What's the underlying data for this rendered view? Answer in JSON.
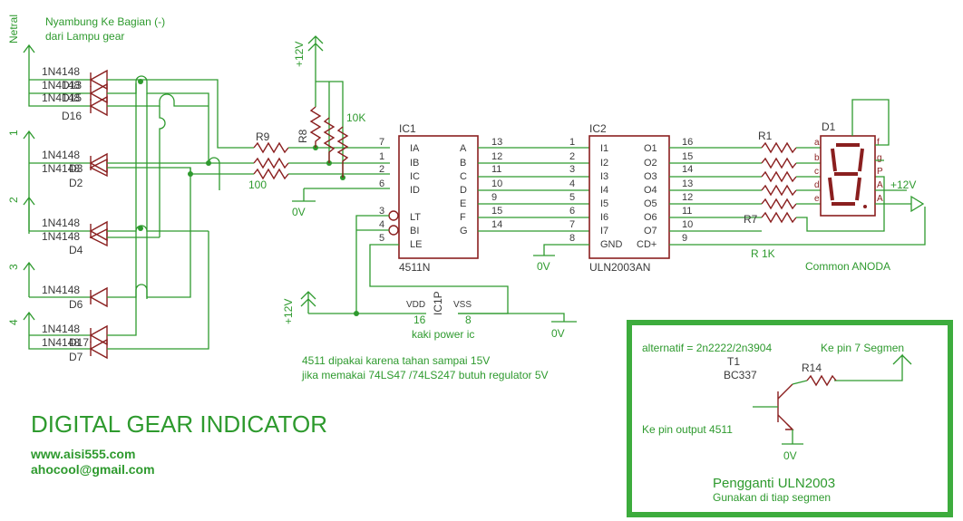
{
  "title": "DIGITAL GEAR INDICATOR",
  "website": "www.aisi555.com",
  "email": "ahocool@gmail.com",
  "notes": {
    "neutral_line1": "Nyambung Ke Bagian (-)",
    "neutral_line2": "dari Lampu gear",
    "ic4511_note_line1": "4511 dipakai karena tahan sampai 15V",
    "ic4511_note_line2": "jika memakai 74LS47 /74LS247 butuh regulator 5V",
    "power_note": "kaki power ic",
    "common_anoda": "Common ANODA"
  },
  "gear_inputs": [
    "Netral",
    "1",
    "2",
    "3",
    "4"
  ],
  "diodes": [
    {
      "part": "1N4148",
      "ref": "D13"
    },
    {
      "part": "1N4148",
      "ref": "D14"
    },
    {
      "part": "1N4148",
      "ref": "D15"
    },
    {
      "part": "1N4148",
      "ref": "D16"
    },
    {
      "part": "1N4148",
      "ref": "D1"
    },
    {
      "part": "1N4148",
      "ref": "D2"
    },
    {
      "part": "1N4148",
      "ref": "D3"
    },
    {
      "part": "1N4148",
      "ref": "D4"
    },
    {
      "part": "1N4148",
      "ref": "D6"
    },
    {
      "part": "1N4148",
      "ref": "D17"
    },
    {
      "part": "1N4148",
      "ref": "D7"
    }
  ],
  "resistors": {
    "r9": "R9",
    "r9_value": "100",
    "r8": "R8",
    "pull_value": "10K",
    "r7": "R7",
    "r7_value": "R 1K",
    "r1": "R1"
  },
  "supply": {
    "v12": "+12V",
    "gnd": "0V"
  },
  "ic1": {
    "ref": "IC1",
    "part": "4511N",
    "left_pins": [
      {
        "num": "7",
        "name": "IA"
      },
      {
        "num": "1",
        "name": "IB"
      },
      {
        "num": "2",
        "name": "IC"
      },
      {
        "num": "6",
        "name": "ID"
      },
      {
        "num": "3",
        "name": "LT"
      },
      {
        "num": "4",
        "name": "BI"
      },
      {
        "num": "5",
        "name": "LE"
      }
    ],
    "right_pins": [
      {
        "num": "13",
        "name": "A"
      },
      {
        "num": "12",
        "name": "B"
      },
      {
        "num": "11",
        "name": "C"
      },
      {
        "num": "10",
        "name": "D"
      },
      {
        "num": "9",
        "name": "E"
      },
      {
        "num": "15",
        "name": "F"
      },
      {
        "num": "14",
        "name": "G"
      }
    ]
  },
  "ic2": {
    "ref": "IC2",
    "part": "ULN2003AN",
    "left_pins": [
      {
        "num": "1",
        "name": "I1"
      },
      {
        "num": "2",
        "name": "I2"
      },
      {
        "num": "3",
        "name": "I3"
      },
      {
        "num": "4",
        "name": "I4"
      },
      {
        "num": "5",
        "name": "I5"
      },
      {
        "num": "6",
        "name": "I6"
      },
      {
        "num": "7",
        "name": "I7"
      },
      {
        "num": "8",
        "name": "GND"
      }
    ],
    "right_pins": [
      {
        "num": "16",
        "name": "O1"
      },
      {
        "num": "15",
        "name": "O2"
      },
      {
        "num": "14",
        "name": "O3"
      },
      {
        "num": "13",
        "name": "O4"
      },
      {
        "num": "12",
        "name": "O5"
      },
      {
        "num": "11",
        "name": "O6"
      },
      {
        "num": "10",
        "name": "O7"
      },
      {
        "num": "9",
        "name": "CD+"
      }
    ]
  },
  "ic1p": {
    "ref": "IC1P",
    "vdd": "VDD",
    "vss": "VSS",
    "vdd_pin": "16",
    "vss_pin": "8"
  },
  "display": {
    "ref": "D1",
    "segments": [
      "a",
      "b",
      "c",
      "d",
      "e"
    ],
    "right_pins": [
      "f",
      "g",
      "P",
      "A",
      "A"
    ]
  },
  "alternative": {
    "transistor_line": "alternatif = 2n2222/2n3904",
    "transistor_ref": "T1",
    "transistor_part": "BC337",
    "resistor": "R14",
    "pin7": "Ke pin 7 Segmen",
    "output4511": "Ke pin output 4511",
    "gnd": "0V",
    "title": "Pengganti ULN2003",
    "subtitle": "Gunakan di tiap segmen"
  }
}
